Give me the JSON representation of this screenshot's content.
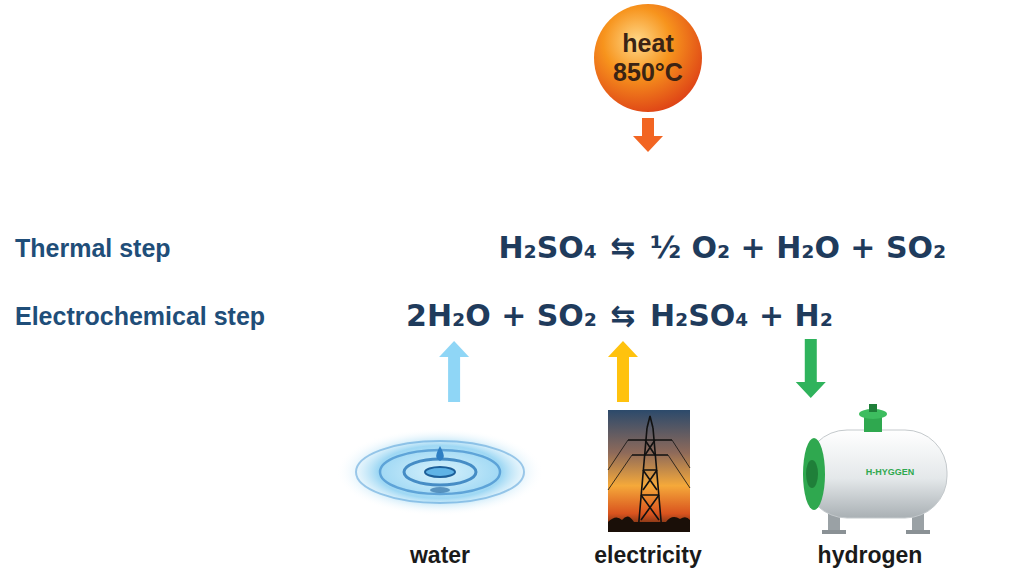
{
  "diagram": {
    "nodes": [
      {
        "text": [
          "heat 850°C"
        ]
      },
      {
        "text": [
          "water"
        ]
      },
      {
        "text": [
          "electricity"
        ]
      },
      {
        "text": [
          "hydrogen"
        ]
      }
    ],
    "labels": [
      "Thermal step",
      "H₂SO₄",
      "⇆",
      "½ O₂ + H₂O + SO₂",
      "Electrochemical step",
      "2H₂O + SO₂",
      "⇆",
      "H₂SO₄ + H₂",
      "H-HYGGEN"
    ]
  }
}
